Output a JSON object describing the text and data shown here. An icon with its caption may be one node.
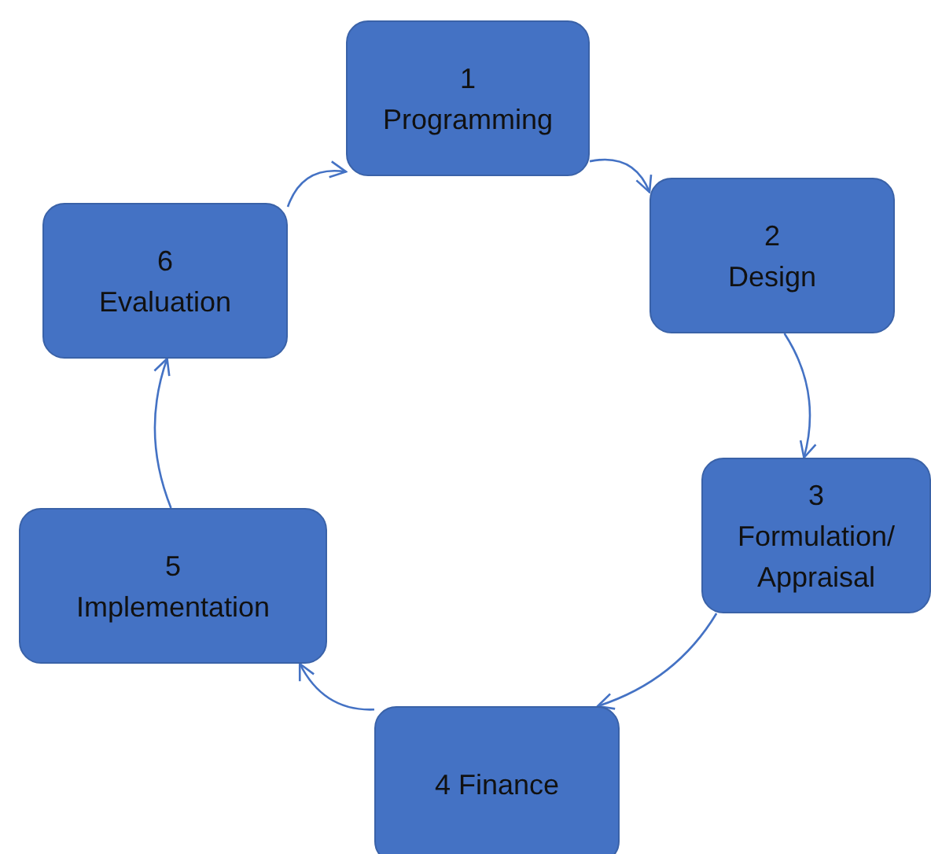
{
  "diagram": {
    "nodes": [
      {
        "text": [
          "1",
          "Programming"
        ]
      },
      {
        "text": [
          "2",
          "Design"
        ]
      },
      {
        "text": [
          "3",
          "Formulation/ Appraisal"
        ]
      },
      {
        "text": [
          "4 Finance"
        ]
      },
      {
        "text": [
          "5",
          "Implementation"
        ]
      },
      {
        "text": [
          "6",
          "Evaluation"
        ]
      }
    ],
    "edges": [
      {
        "from": 0,
        "to": 1,
        "arrow": "to"
      },
      {
        "from": 1,
        "to": 2,
        "arrow": "to"
      },
      {
        "from": 2,
        "to": 3,
        "arrow": "to"
      },
      {
        "from": 3,
        "to": 4,
        "arrow": "to"
      },
      {
        "from": 4,
        "to": 5,
        "arrow": "to"
      },
      {
        "from": 5,
        "to": 0,
        "arrow": "to"
      }
    ]
  }
}
